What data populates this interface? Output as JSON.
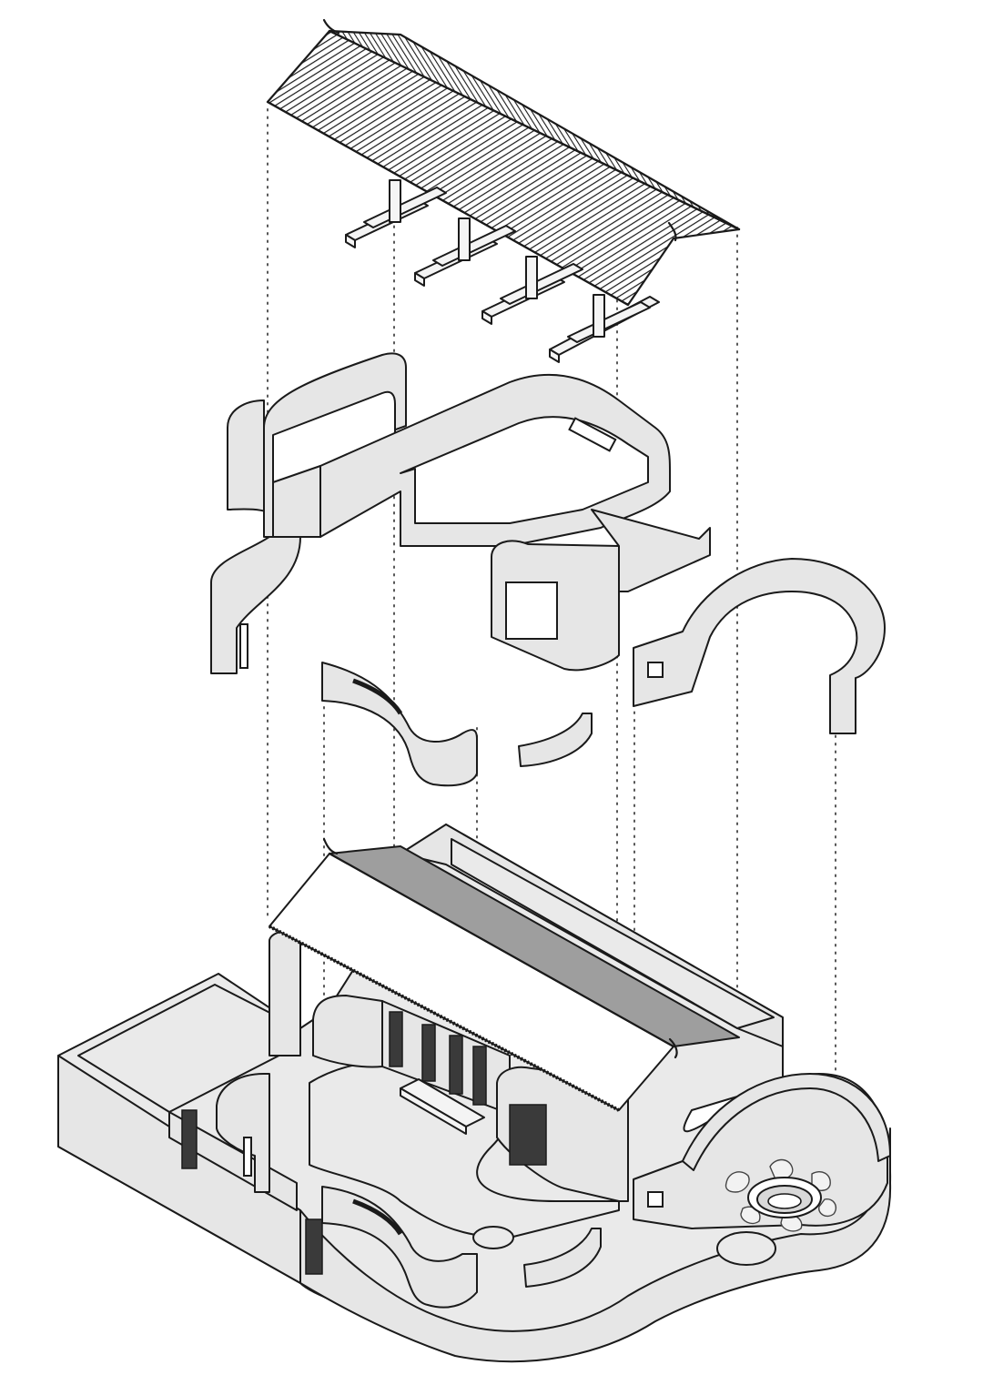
{
  "diagram": {
    "kind": "exploded-axonometric",
    "colors": {
      "line": "#1a1a1a",
      "wall_face": "#e6e6e6",
      "floor": "#eaeaea",
      "roof_shade": "#9e9e9e",
      "glass": "#3a3a3a",
      "guide": "#555555"
    },
    "layers": [
      {
        "id": "roof-tiles",
        "label": ""
      },
      {
        "id": "roof-frame-beams",
        "label": ""
      },
      {
        "id": "curved-walls",
        "label": ""
      },
      {
        "id": "screen-walls",
        "label": ""
      },
      {
        "id": "ground-plan-assembly",
        "label": ""
      }
    ]
  }
}
